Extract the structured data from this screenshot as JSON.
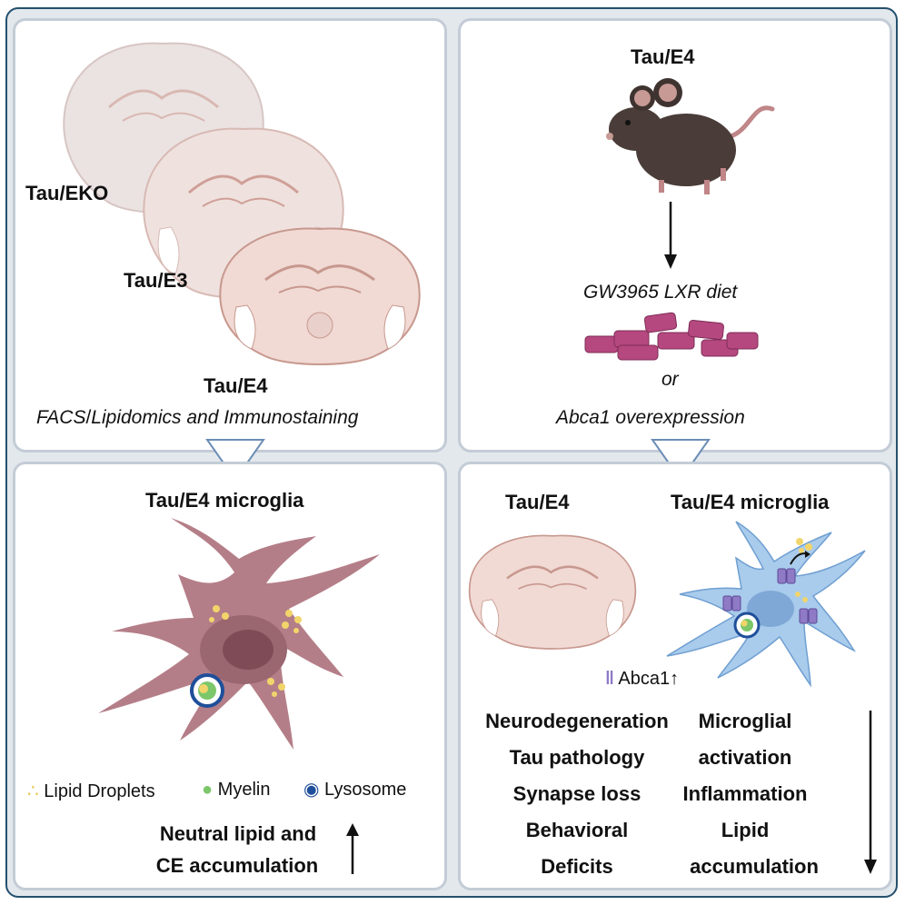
{
  "top_left": {
    "labels": [
      "Tau/EKO",
      "Tau/E3",
      "Tau/E4"
    ],
    "caption_part1": "FACS",
    "caption_part2": "/",
    "caption_part3": "Lipidomics and Immunostaining"
  },
  "top_right": {
    "title": "Tau/E4",
    "diet_label": "GW3965 LXR diet",
    "or_label": "or",
    "overexpression_label": "Abca1 overexpression"
  },
  "bottom_left": {
    "title": "Tau/E4 microglia",
    "legend": [
      {
        "icon": "lipid-droplets-icon",
        "label": "Lipid Droplets"
      },
      {
        "icon": "myelin-icon",
        "label": "Myelin"
      },
      {
        "icon": "lysosome-icon",
        "label": "Lysosome"
      }
    ],
    "result_line1": "Neutral lipid and",
    "result_line2": "CE accumulation",
    "result_direction": "up"
  },
  "bottom_right": {
    "brain_title": "Tau/E4",
    "microglia_title": "Tau/E4 microglia",
    "abca1_label": "Abca1",
    "abca1_direction": "up",
    "left_outcomes": [
      "Neurodegeneration",
      "Tau pathology",
      "Synapse loss",
      "Behavioral",
      "Deficits"
    ],
    "right_outcomes": [
      "Microglial",
      "activation",
      "Inflammation",
      "Lipid",
      "accumulation"
    ],
    "outcome_direction": "down"
  },
  "colors": {
    "frame": "#24506e",
    "panel_border": "#c3ccd6",
    "brain_fill": "#f1d9d4",
    "brain_stroke": "#c7988e",
    "microglia_pink": "#b47e88",
    "microglia_blue": "#a9cbec",
    "lipid": "#f2d56a",
    "diet_pellet": "#b5487f",
    "abca1": "#8f7ac6",
    "connector": "#6b8db6"
  }
}
